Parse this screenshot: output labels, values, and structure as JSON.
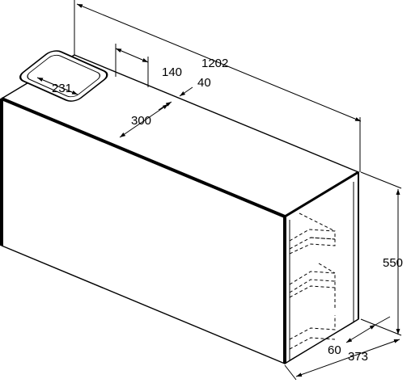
{
  "drawing": {
    "line_color": "#000000",
    "fill_color": "#ffffff",
    "dimensions": {
      "overall_width": "1202",
      "basin_offset_left": "231",
      "basin_width": "140",
      "basin_depth": "300",
      "basin_offset_back": "40",
      "height": "550",
      "shelf_offset": "60",
      "overall_depth": "373"
    }
  }
}
